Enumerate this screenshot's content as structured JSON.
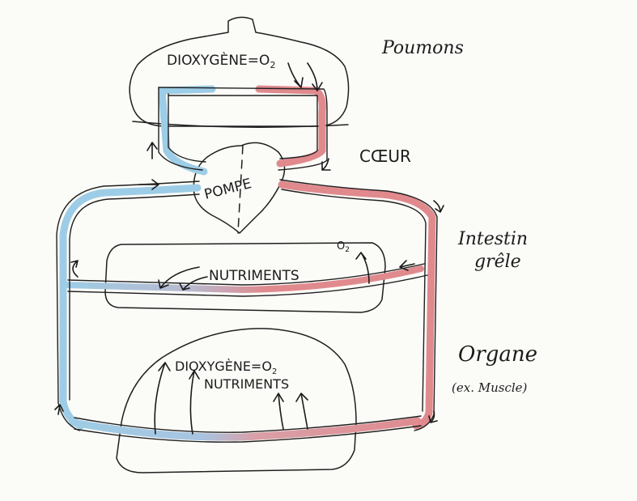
{
  "labels": {
    "lungs": "Poumons",
    "heart": "CŒUR",
    "pump": "POMPE",
    "intestine_line1": "Intestin",
    "intestine_line2": "grêle",
    "organ": "Organe",
    "organ_example": "(ex. Muscle)",
    "lung_content": "DIOXYGÈNE=O",
    "lung_content_sub": "2",
    "intestine_content": "NUTRIMENTS",
    "intestine_o2": "O",
    "intestine_o2_sub": "2",
    "organ_content_line1": "DIOXYGÈNE=O",
    "organ_content_line1_sub": "2",
    "organ_content_line2": "NUTRIMENTS"
  },
  "colors": {
    "oxygenated_blood": "#e08a8e",
    "deoxygenated_blood": "#9dcde6",
    "ink": "#1c1c1c",
    "paper": "#fbfbf8"
  }
}
